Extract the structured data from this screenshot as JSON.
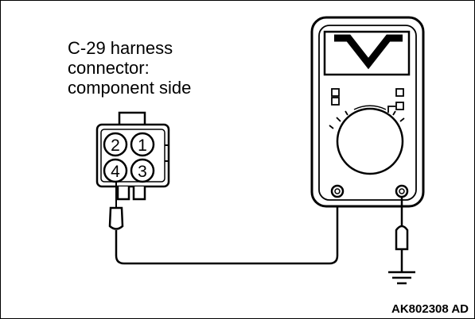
{
  "connector_label": {
    "line1": "C-29 harness",
    "line2": "connector:",
    "line3": "component side"
  },
  "connector_pins": [
    "2",
    "1",
    "4",
    "3"
  ],
  "figure_code": "AK802308 AD",
  "colors": {
    "line": "#000000",
    "background": "#ffffff"
  },
  "icons": [
    "multimeter-icon",
    "ground-symbol-icon",
    "probe-icon",
    "connector-icon"
  ]
}
